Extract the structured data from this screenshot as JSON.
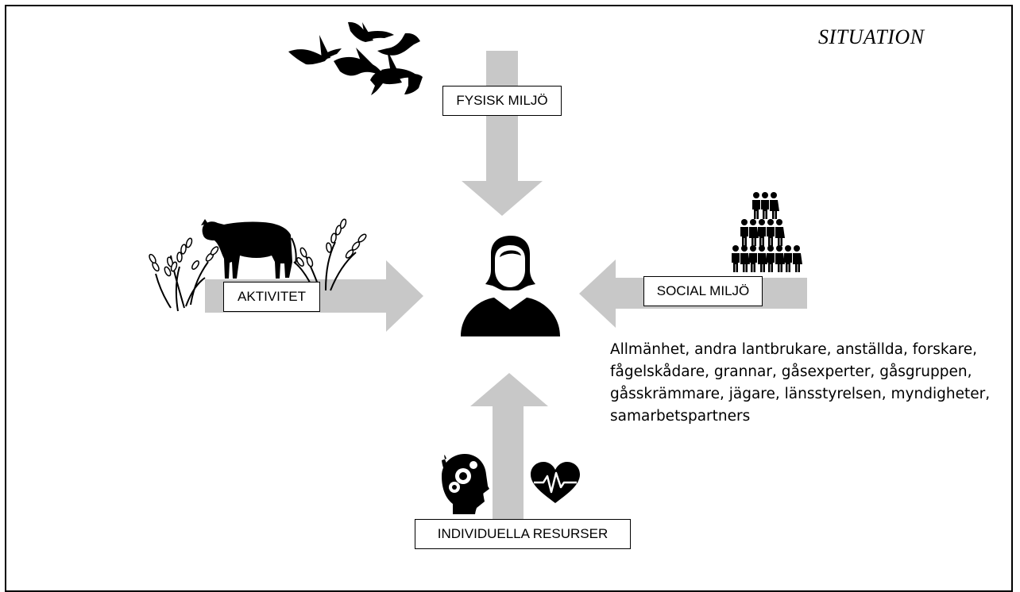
{
  "title": "SITUATION",
  "labels": {
    "physical": "FYSISK MILJÖ",
    "activity": "AKTIVITET",
    "social": "SOCIAL MILJÖ",
    "resources": "INDIVIDUELLA RESURSER"
  },
  "social_actors": "Allmänhet, andra lantbrukare, anställda, forskare, fågelskådare, grannar, gåsexperter, gåsgruppen, gåsskrämmare, jägare, länsstyrelsen, myndigheter, samarbetspartners",
  "icons": {
    "center": "person-icon",
    "physical": "geese-flock-icon",
    "activity": [
      "wheat-icon",
      "cow-icon",
      "wheat-icon"
    ],
    "social": "people-group-icon",
    "resources": [
      "head-gears-icon",
      "heart-pulse-icon"
    ]
  },
  "colors": {
    "arrow": "#c8c8c8",
    "ink": "#000000",
    "frame": "#000000"
  }
}
